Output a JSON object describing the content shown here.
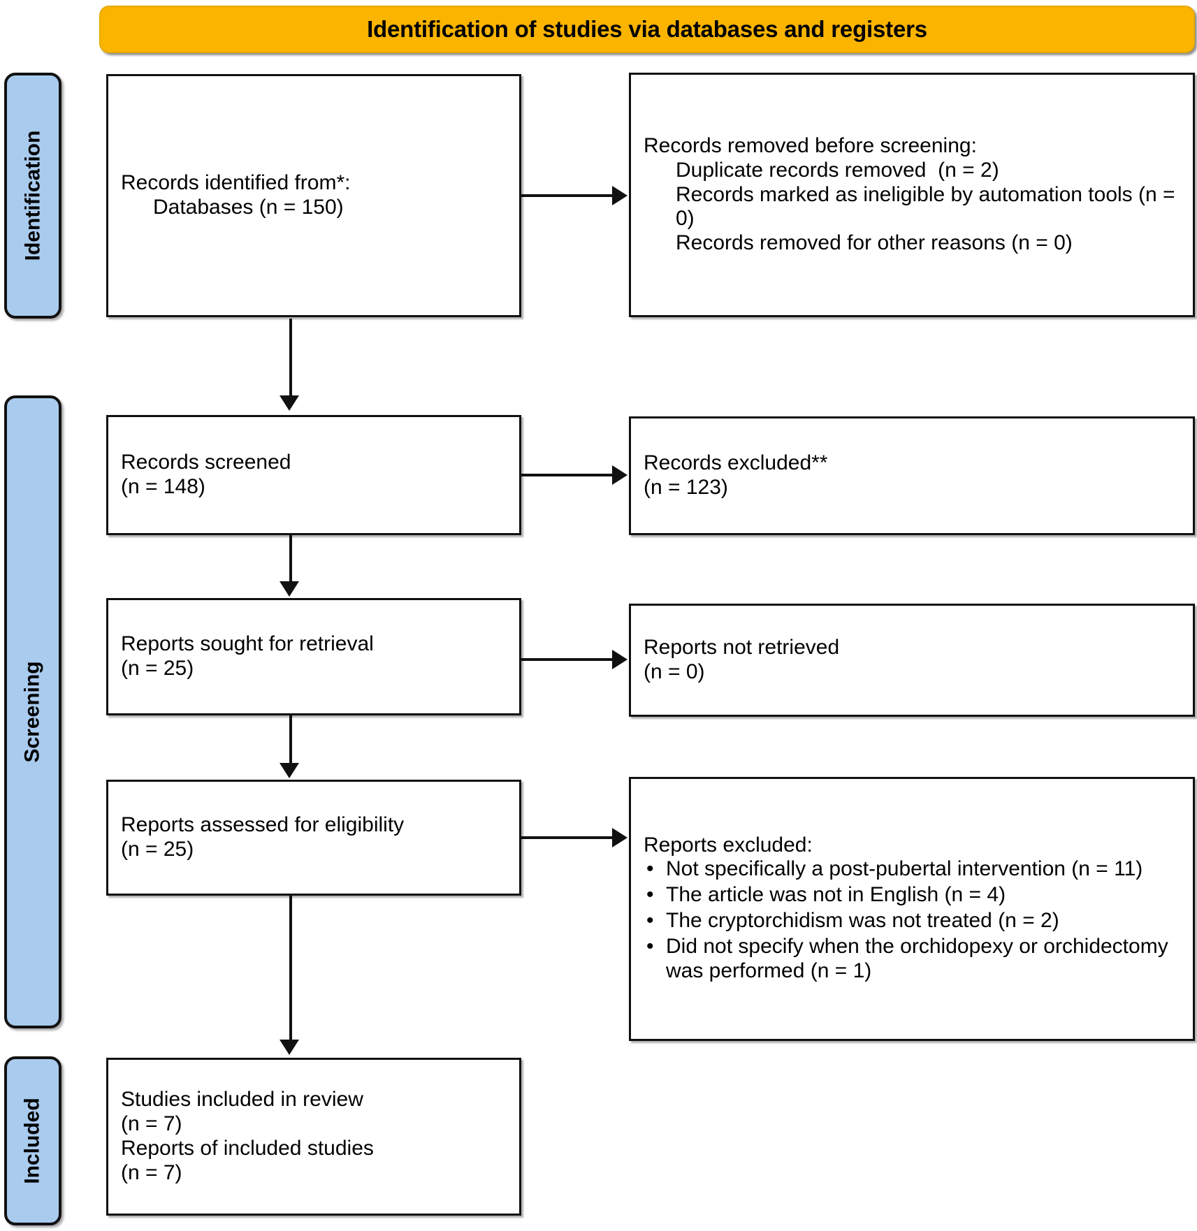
{
  "banner": {
    "title": "Identification of studies via databases and registers",
    "color": "#FBB400"
  },
  "stages": {
    "identification": "Identification",
    "screening": "Screening",
    "included": "Included",
    "color": "#A9CBEE"
  },
  "boxes": {
    "identified": {
      "lines": [
        "Records identified from*:",
        "Databases (n = 150)"
      ]
    },
    "removed_before_screening": {
      "heading_prefix": "Records removed ",
      "heading_em": "before screening",
      "heading_suffix": ":",
      "lines": [
        "Duplicate records removed  (n = 2)",
        "Records marked as ineligible by automation tools (n = 0)",
        "Records removed for other reasons (n = 0)"
      ]
    },
    "screened": {
      "lines": [
        "Records screened",
        "(n = 148)"
      ]
    },
    "records_excluded": {
      "lines": [
        "Records excluded**",
        "(n = 123)"
      ]
    },
    "sought": {
      "lines": [
        "Reports sought for retrieval",
        "(n = 25)"
      ]
    },
    "not_retrieved": {
      "lines": [
        "Reports not retrieved",
        "(n = 0)"
      ]
    },
    "assessed": {
      "lines": [
        "Reports assessed for eligibility",
        "(n = 25)"
      ]
    },
    "reports_excluded": {
      "heading": "Reports excluded:",
      "bullets": [
        "Not specifically a post-pubertal intervention (n = 11)",
        "The article was not in English (n = 4)",
        "The cryptorchidism was not treated (n = 2)",
        "Did not specify when the orchidopexy or orchidectomy was performed (n = 1)"
      ]
    },
    "included": {
      "lines": [
        "Studies included in review",
        "(n = 7)",
        "Reports of included studies",
        "(n = 7)"
      ]
    }
  }
}
